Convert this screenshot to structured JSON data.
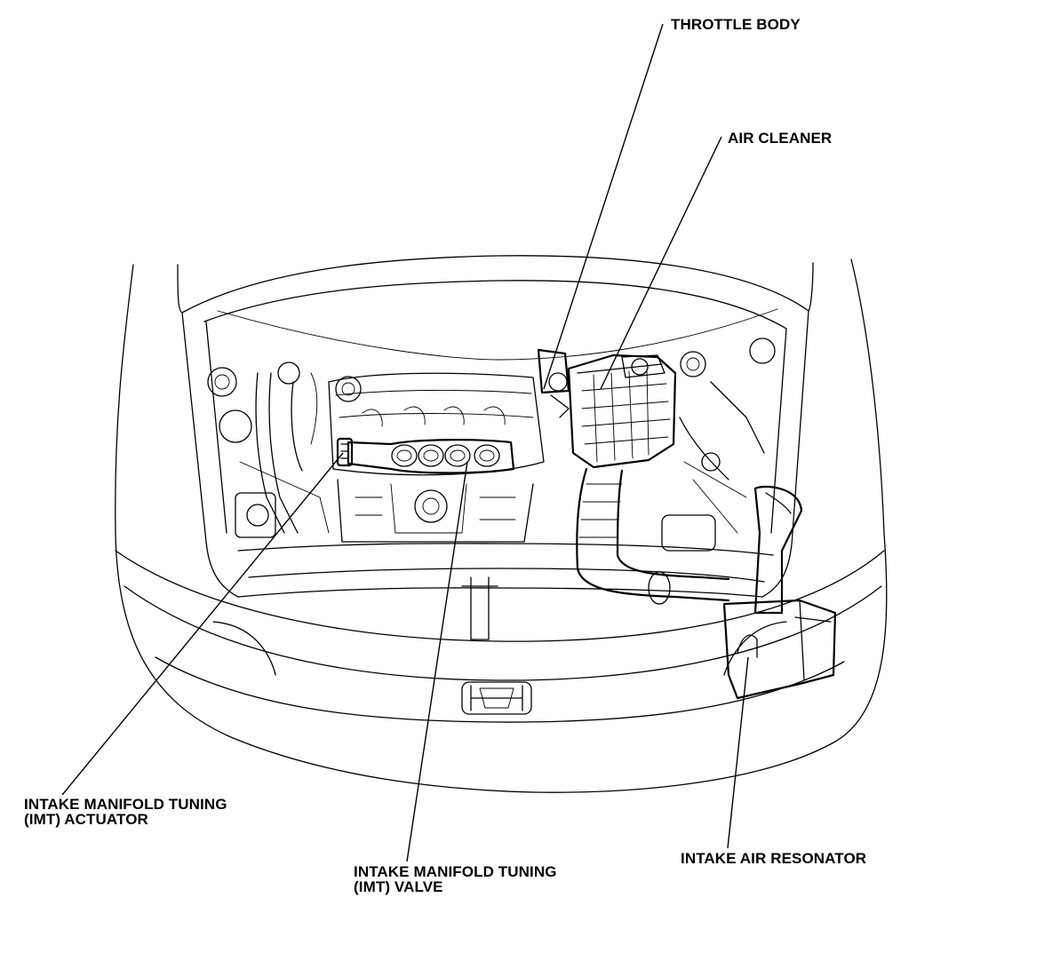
{
  "labels": {
    "throttle_body": "THROTTLE BODY",
    "air_cleaner": "AIR CLEANER",
    "imt_actuator": [
      "INTAKE MANIFOLD TUNING",
      "(IMT) ACTUATOR"
    ],
    "imt_valve": [
      "INTAKE MANIFOLD TUNING",
      "(IMT) VALVE"
    ],
    "intake_air_resonator": "INTAKE AIR RESONATOR"
  }
}
